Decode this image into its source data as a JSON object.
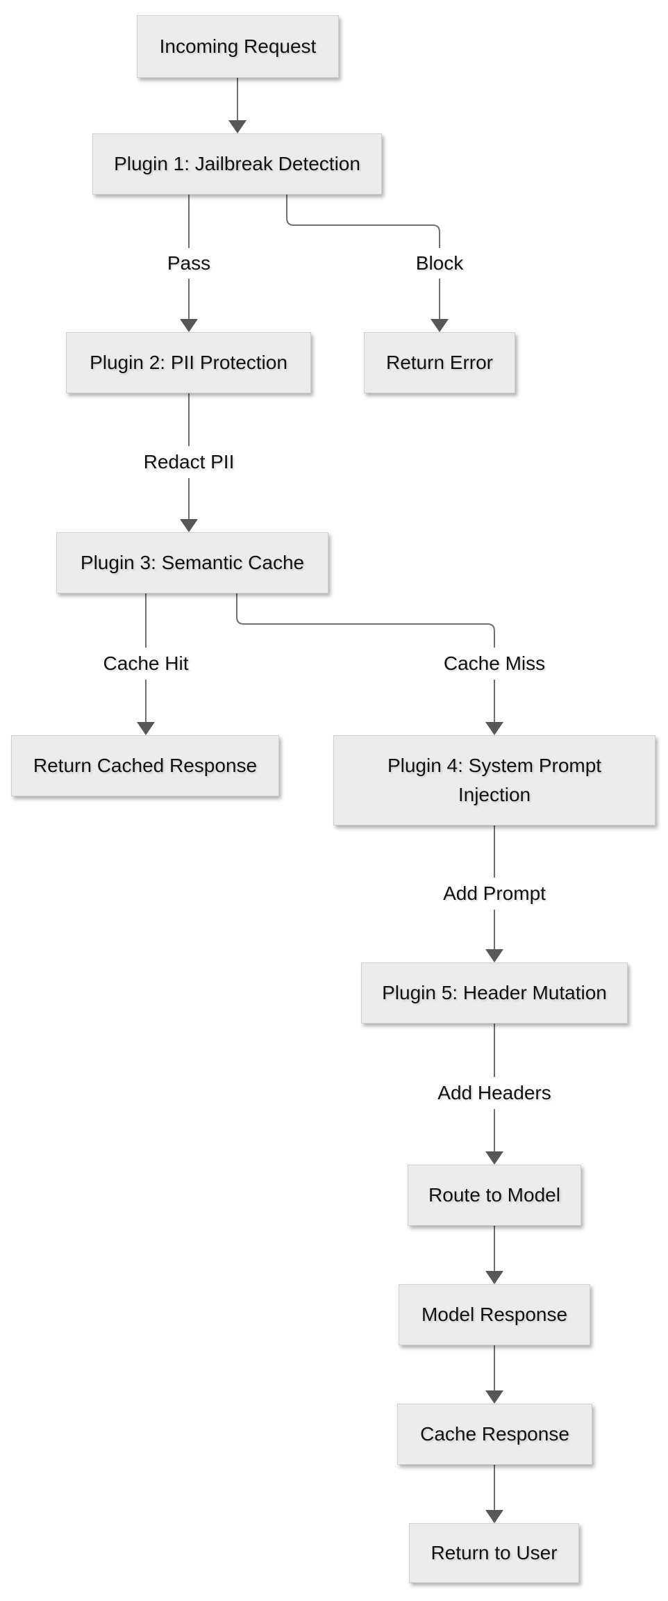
{
  "diagram": {
    "type": "flowchart",
    "direction": "top-down",
    "colors": {
      "canvas-bg": "#ffffff",
      "node-fill": "#ececec",
      "node-border": "#cfcfcf",
      "node-text": "#111111",
      "edge-line": "#707070",
      "edge-arrowhead": "#575757"
    },
    "nodes": [
      {
        "id": "incoming-request",
        "label": "Incoming Request"
      },
      {
        "id": "plugin1-jailbreak",
        "label": "Plugin 1: Jailbreak Detection"
      },
      {
        "id": "plugin2-pii",
        "label": "Plugin 2: PII Protection"
      },
      {
        "id": "return-error",
        "label": "Return Error"
      },
      {
        "id": "plugin3-semantic-cache",
        "label": "Plugin 3: Semantic Cache"
      },
      {
        "id": "return-cached-response",
        "label": "Return Cached Response"
      },
      {
        "id": "plugin4-prompt-injection",
        "label": "Plugin 4: System Prompt Injection"
      },
      {
        "id": "plugin5-header-mutation",
        "label": "Plugin 5: Header Mutation"
      },
      {
        "id": "route-to-model",
        "label": "Route to Model"
      },
      {
        "id": "model-response",
        "label": "Model Response"
      },
      {
        "id": "cache-response",
        "label": "Cache Response"
      },
      {
        "id": "return-to-user",
        "label": "Return to User"
      }
    ],
    "edges": [
      {
        "from": "incoming-request",
        "to": "plugin1-jailbreak",
        "label": ""
      },
      {
        "from": "plugin1-jailbreak",
        "to": "plugin2-pii",
        "label": "Pass"
      },
      {
        "from": "plugin1-jailbreak",
        "to": "return-error",
        "label": "Block"
      },
      {
        "from": "plugin2-pii",
        "to": "plugin3-semantic-cache",
        "label": "Redact PII"
      },
      {
        "from": "plugin3-semantic-cache",
        "to": "return-cached-response",
        "label": "Cache Hit"
      },
      {
        "from": "plugin3-semantic-cache",
        "to": "plugin4-prompt-injection",
        "label": "Cache Miss"
      },
      {
        "from": "plugin4-prompt-injection",
        "to": "plugin5-header-mutation",
        "label": "Add Prompt"
      },
      {
        "from": "plugin5-header-mutation",
        "to": "route-to-model",
        "label": "Add Headers"
      },
      {
        "from": "route-to-model",
        "to": "model-response",
        "label": ""
      },
      {
        "from": "model-response",
        "to": "cache-response",
        "label": ""
      },
      {
        "from": "cache-response",
        "to": "return-to-user",
        "label": ""
      }
    ]
  }
}
